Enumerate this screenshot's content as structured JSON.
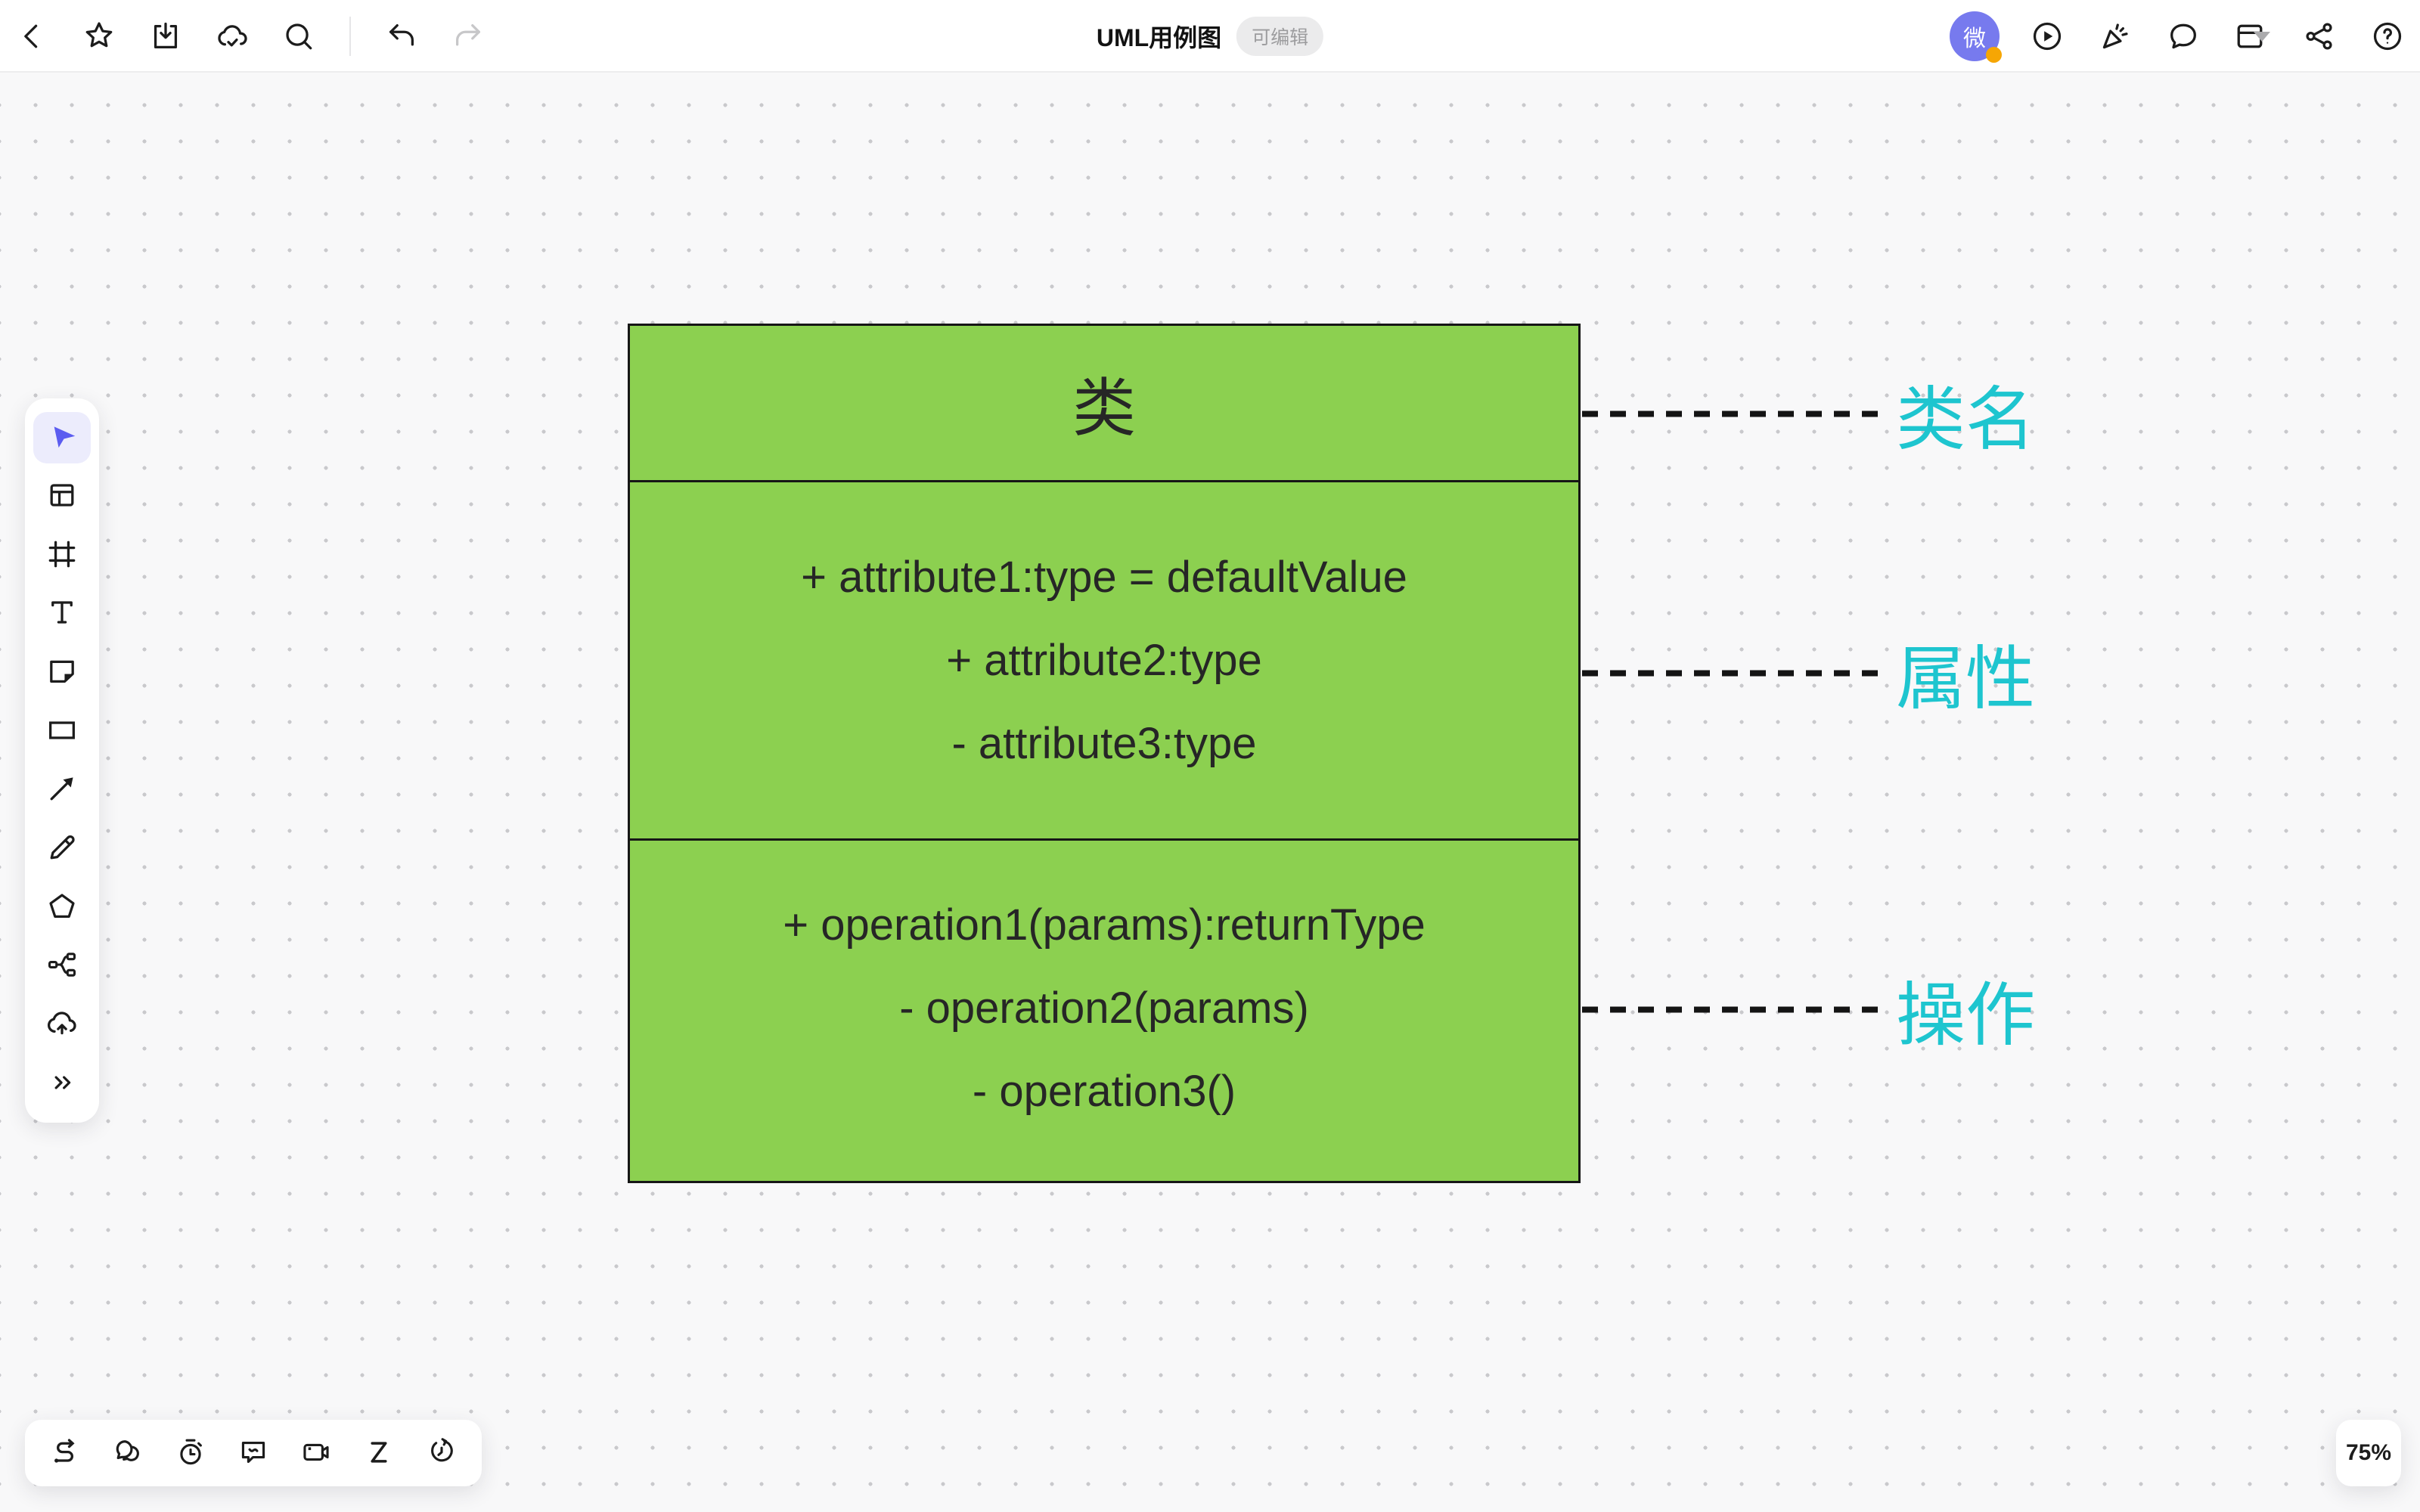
{
  "header": {
    "title": "UML用例图",
    "badge": "可编辑",
    "left_icons": [
      "back",
      "favorite-star",
      "save-download",
      "cloud-sync",
      "search",
      "undo",
      "redo"
    ],
    "right_icons": [
      "avatar",
      "play-demo",
      "whats-new",
      "comments",
      "layout-panels",
      "share",
      "help"
    ]
  },
  "avatar": {
    "label": "微"
  },
  "side_toolbar": {
    "tools": [
      "select",
      "board",
      "frame",
      "text",
      "sticky-note",
      "shape",
      "arrow",
      "pen",
      "polygon",
      "mindmap",
      "upload",
      "more"
    ],
    "active_tool": "select"
  },
  "bottom_toolbar": {
    "tools": [
      "connector-flow",
      "chat",
      "timer",
      "comment",
      "screen-record",
      "z-order",
      "history"
    ]
  },
  "zoom_indicator": {
    "level": "75%"
  },
  "diagram": {
    "class_box": {
      "title": "类",
      "attributes": [
        "+ attribute1:type = defaultValue",
        "+ attribute2:type",
        "- attribute3:type"
      ],
      "operations": [
        "+ operation1(params):returnType",
        "- operation2(params)",
        "- operation3()"
      ]
    },
    "annotations": [
      {
        "label": "类名"
      },
      {
        "label": "属性"
      },
      {
        "label": "操作"
      }
    ],
    "colors": {
      "box_fill": "#8CD050",
      "box_border": "#161616",
      "annotation_text": "#1EC5CF",
      "accent_purple": "#5B5CF0",
      "avatar_badge_orange": "#F6A604"
    }
  }
}
